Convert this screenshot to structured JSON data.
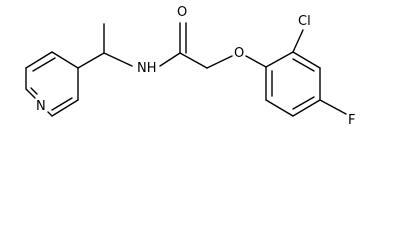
{
  "molecule": {
    "atoms": {
      "carbonyl_oxygen": "O",
      "amide_nitrogen": "NH",
      "pyridine_nitrogen": "N",
      "ether_oxygen": "O",
      "chlorine": "Cl",
      "fluorine": "F"
    },
    "colors": {
      "bond": "#000000",
      "label": "#000000",
      "background": "#ffffff"
    }
  }
}
